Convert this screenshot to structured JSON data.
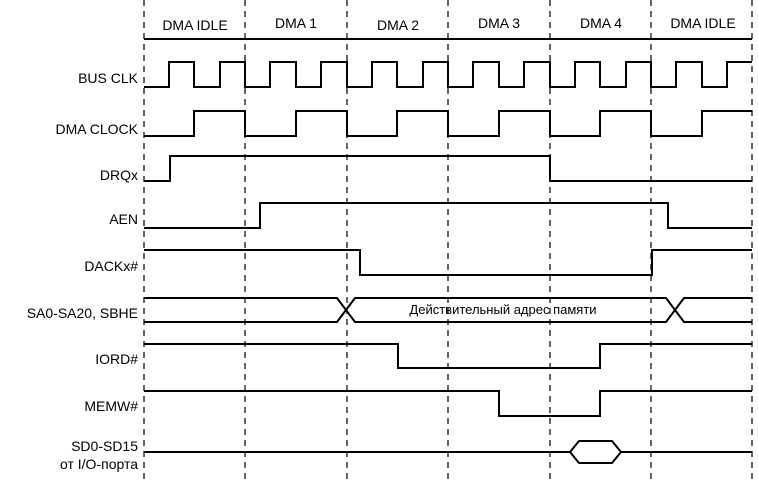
{
  "phases": [
    "DMA IDLE",
    "DMA 1",
    "DMA 2",
    "DMA 3",
    "DMA 4",
    "DMA IDLE"
  ],
  "signals": {
    "bus_clk": "BUS CLK",
    "dma_clock": "DMA CLOCK",
    "drqx": "DRQx",
    "aen": "AEN",
    "dackx": "DACKx#",
    "sa": "SA0-SA20, SBHE",
    "iord": "IORD#",
    "memw": "MEMW#",
    "sd_line1": "SD0-SD15",
    "sd_line2": "от I/O-порта"
  },
  "address_note": "Действительный адрес памяти"
}
